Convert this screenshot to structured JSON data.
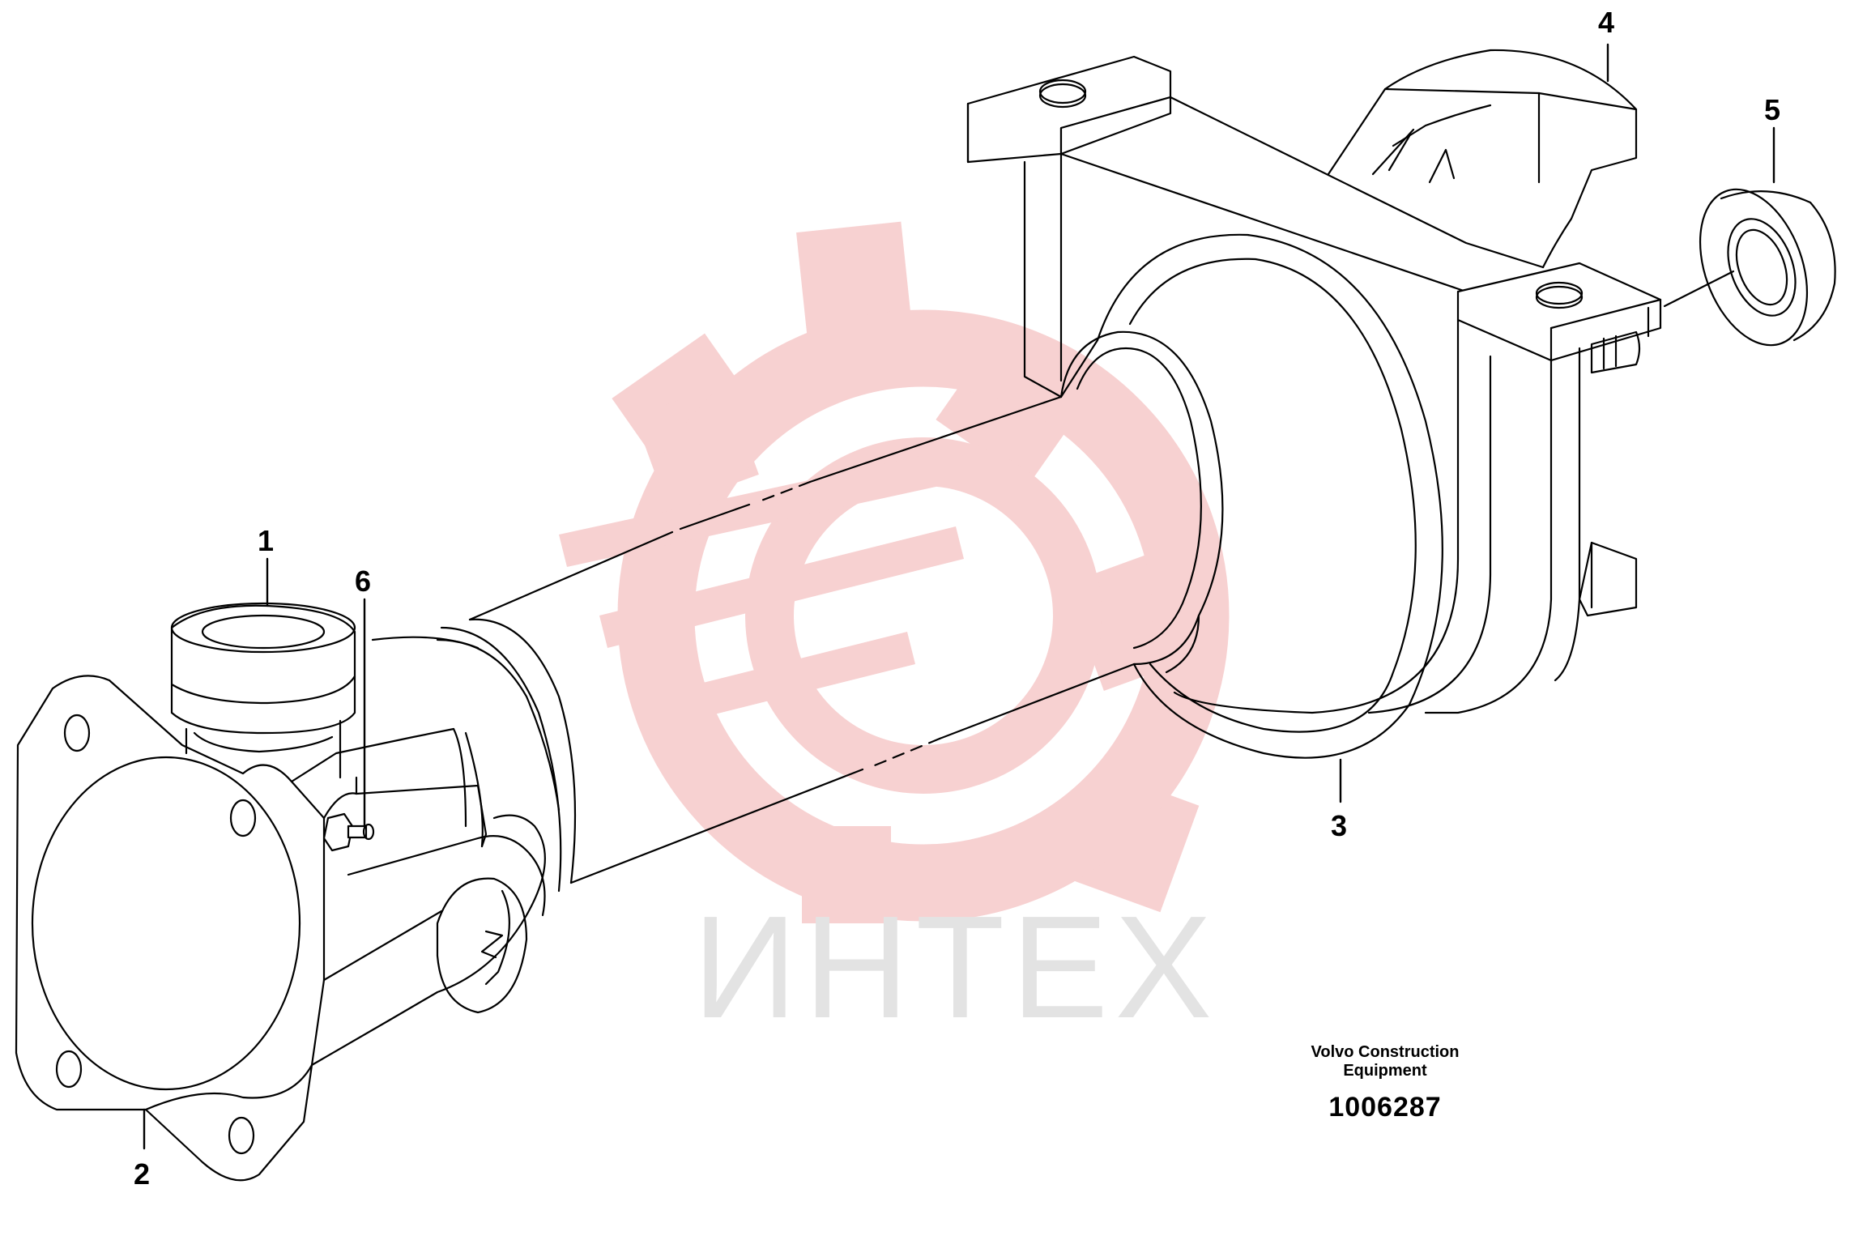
{
  "callouts": {
    "c1": "1",
    "c2": "2",
    "c3": "3",
    "c4": "4",
    "c5": "5",
    "c6": "6"
  },
  "credit": {
    "line1": "Volvo Construction",
    "line2": "Equipment",
    "doc_number": "1006287"
  },
  "watermark": {
    "text": "ИНТЕХ",
    "logo_color": "#f6c9c9",
    "text_color": "#e3e3e3"
  },
  "colors": {
    "line": "#000000",
    "background": "#ffffff"
  }
}
